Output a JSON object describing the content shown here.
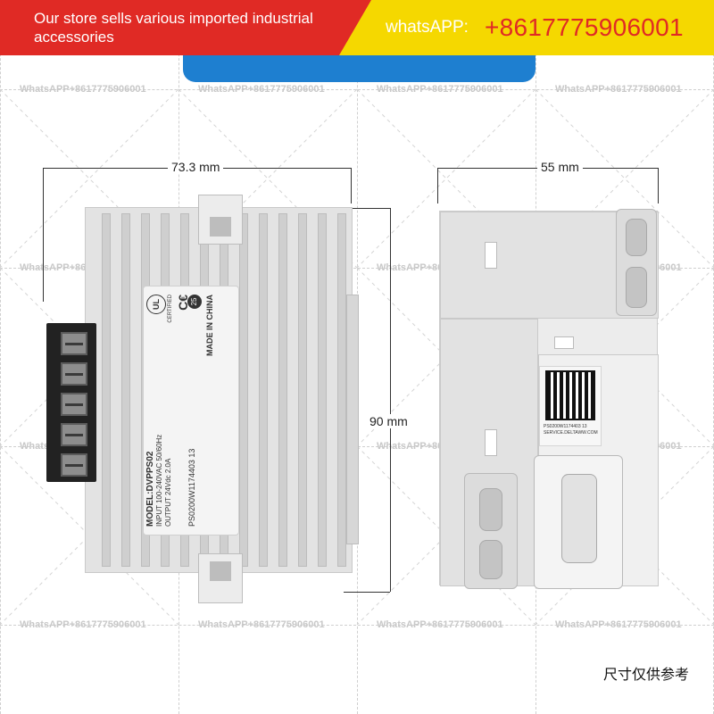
{
  "banner": {
    "store_text": "Our store sells various imported industrial accessories",
    "whatsapp_label": "whatsAPP:",
    "whatsapp_number": "+8617775906001"
  },
  "watermark_text": "WhatsAPP+8617775906001",
  "dimensions": {
    "front_width": "73.3 mm",
    "side_width": "55 mm",
    "height": "90 mm"
  },
  "device_label": {
    "model": "MODEL:DVPPS02",
    "input": "INPUT 100-240VAC 50/60Hz",
    "output": "OUTPUT 24Vdc 2.0A",
    "serial": "PS0200W1174403 13",
    "made_in": "MADE IN CHINA",
    "certified": "CERTIFIED",
    "cert_mark": "UL",
    "year_mark": "25"
  },
  "side_label": {
    "serial": "PS0200W1174403 13",
    "site": "SERVICE.DELTAWW.COM"
  },
  "caption": "尺寸仅供参考"
}
